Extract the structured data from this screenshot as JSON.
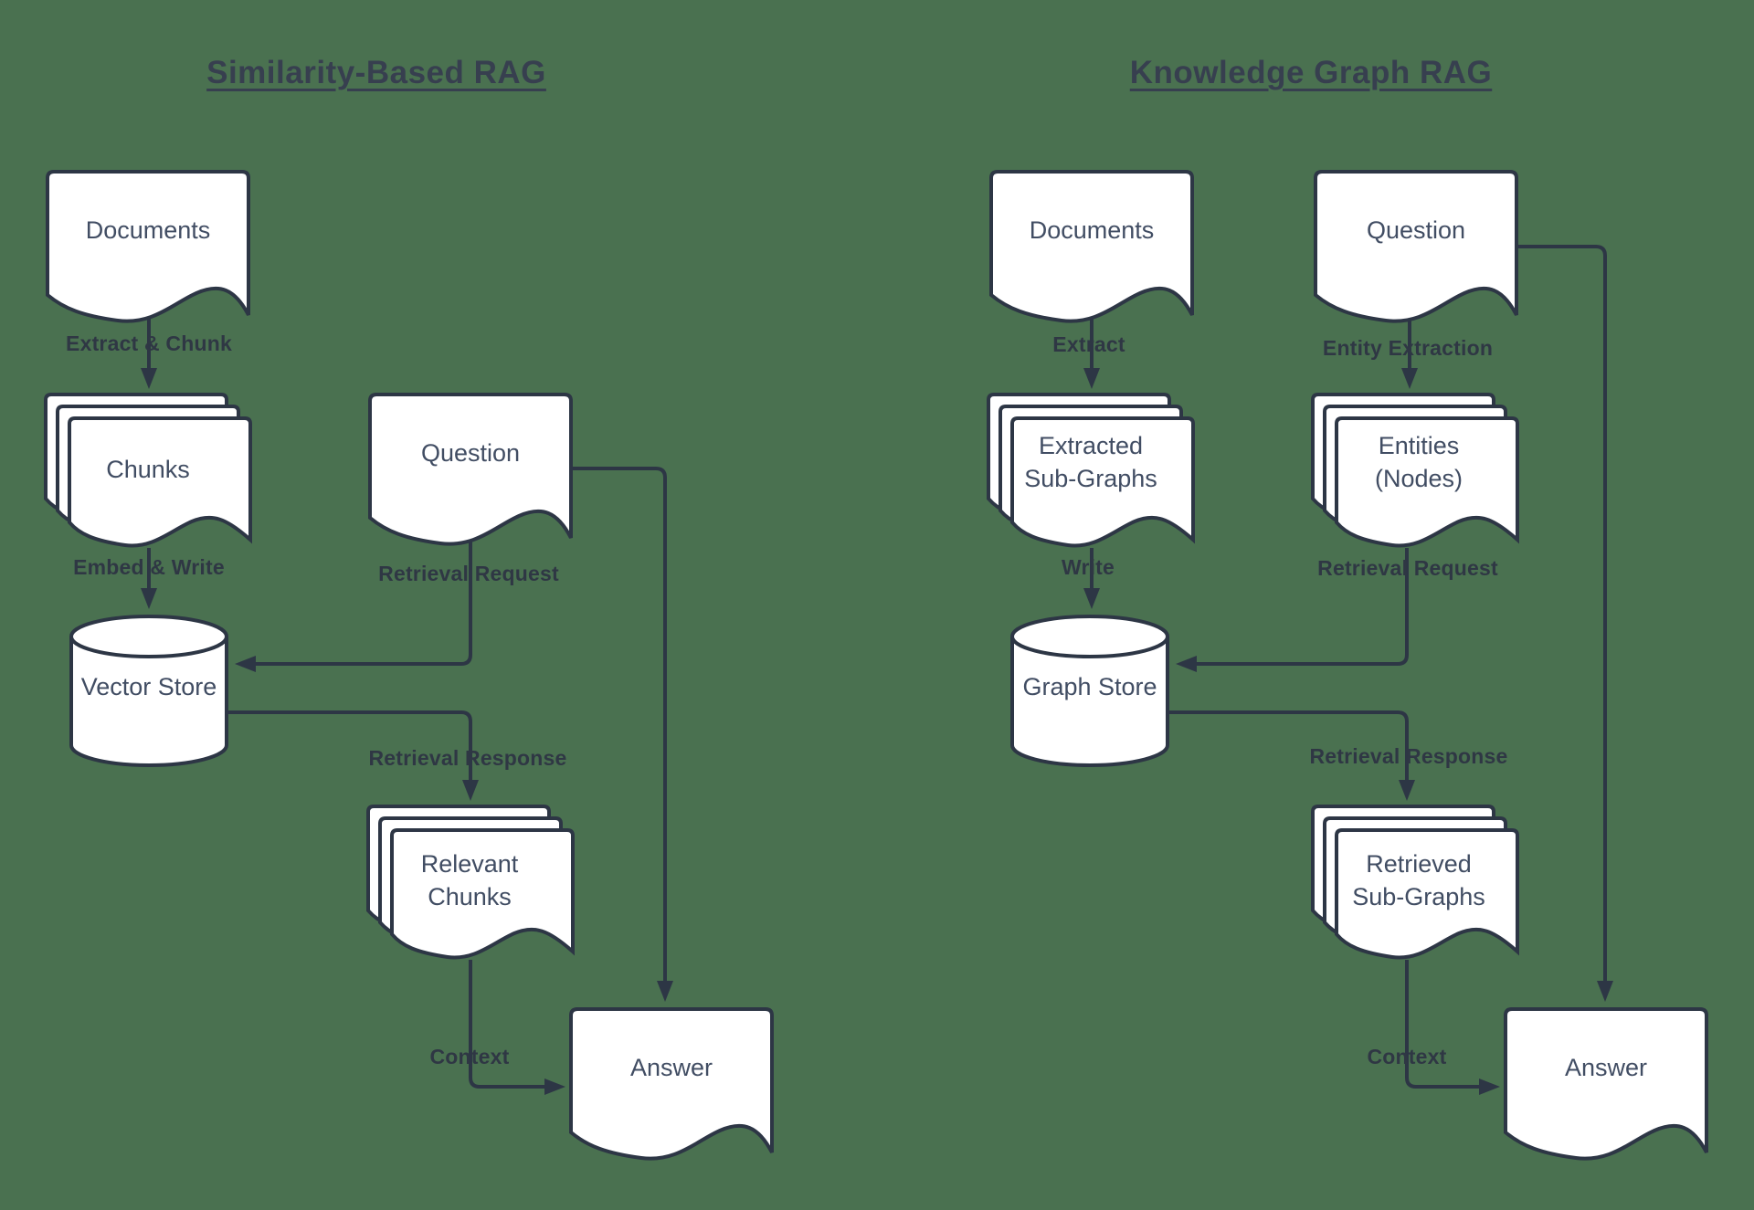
{
  "colors": {
    "background": "#4a7150",
    "stroke": "#2d3645",
    "node_fill": "#ffffff",
    "node_text": "#414d63",
    "edge_label_text": "#2f3744",
    "title_text": "#373f4f"
  },
  "left": {
    "title": "Similarity-Based RAG",
    "nodes": {
      "documents": "Documents",
      "chunks": "Chunks",
      "question": "Question",
      "vector_store": "Vector Store",
      "relevant_chunks": "Relevant Chunks",
      "answer": "Answer"
    },
    "edges": {
      "extract_chunk": "Extract & Chunk",
      "embed_write": "Embed & Write",
      "retrieval_request": "Retrieval Request",
      "retrieval_response": "Retrieval Response",
      "context": "Context"
    }
  },
  "right": {
    "title": "Knowledge Graph RAG",
    "nodes": {
      "documents": "Documents",
      "extracted_sub_graphs": "Extracted Sub-Graphs",
      "question": "Question",
      "entities_nodes": "Entities (Nodes)",
      "graph_store": "Graph Store",
      "retrieved_sub_graphs": "Retrieved Sub-Graphs",
      "answer": "Answer"
    },
    "edges": {
      "extract": "Extract",
      "entity_extraction": "Entity Extraction",
      "write": "Write",
      "retrieval_request": "Retrieval Request",
      "retrieval_response": "Retrieval Response",
      "context": "Context"
    }
  }
}
